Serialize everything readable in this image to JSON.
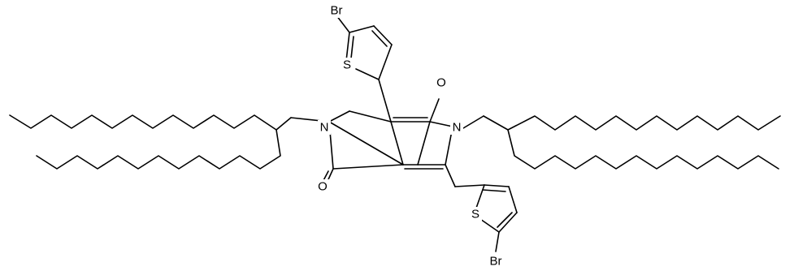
{
  "molecule": {
    "atoms": {
      "br_top": "Br",
      "s_top": "S",
      "n_left": "N",
      "n_right": "N",
      "o_top": "O",
      "o_bottom": "O",
      "s_bottom": "S",
      "br_bottom": "Br"
    }
  },
  "colors": {
    "background": "#ffffff",
    "ink": "#000000"
  }
}
